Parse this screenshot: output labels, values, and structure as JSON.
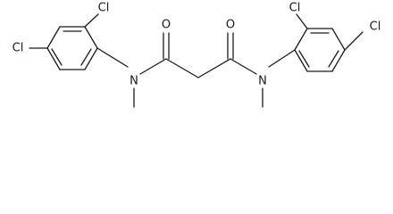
{
  "atoms": {
    "cl_left_para": "Cl",
    "cl_left_ortho": "Cl",
    "cl_right_ortho": "Cl",
    "cl_right_para": "Cl",
    "o_left": "O",
    "o_right": "O",
    "n_left": "N",
    "n_right": "N"
  },
  "colors": {
    "bond": "#1a1a1a",
    "label": "#1a1a1a",
    "background": "#ffffff"
  }
}
